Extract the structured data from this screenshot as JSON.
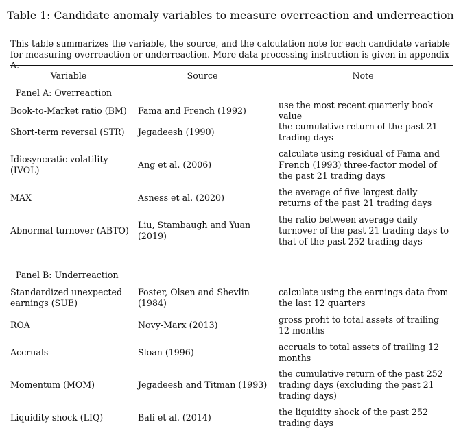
{
  "caption": "Table 1: Candidate anomaly variables to measure overreaction and underreaction",
  "intro": "This table summarizes the variable, the source, and the calculation note for each candidate variable for measuring overreaction or underreaction. More data processing instruction is given in appendix A.",
  "headers": {
    "variable": "Variable",
    "source": "Source",
    "note": "Note"
  },
  "panel_a": {
    "title": "Panel A: Overreaction",
    "rows": [
      {
        "variable": "Book-to-Market ratio (BM)",
        "source": "Fama and French (1992)",
        "note": "use the most recent quarterly book value"
      },
      {
        "variable": "Short-term reversal (STR)",
        "source": "Jegadeesh (1990)",
        "note": "the cumulative return of the past 21 trading days"
      },
      {
        "variable": "Idiosyncratic volatility (IVOL)",
        "source": "Ang et al. (2006)",
        "note": "calculate using residual of Fama and French (1993) three-factor model of the past 21 trading days"
      },
      {
        "variable": "MAX",
        "source": "Asness et al. (2020)",
        "note": "the average of five largest daily returns of the past 21 trading days"
      },
      {
        "variable": "Abnormal turnover (ABTO)",
        "source": "Liu, Stambaugh and Yuan (2019)",
        "note": "the ratio between average daily turnover of the past 21 trading days to that of the past 252 trading days"
      }
    ]
  },
  "panel_b": {
    "title": "Panel B: Underreaction",
    "rows": [
      {
        "variable": "Standardized unexpected earnings (SUE)",
        "source": "Foster, Olsen and Shevlin (1984)",
        "note": "calculate using the earnings data from the last 12 quarters"
      },
      {
        "variable": "ROA",
        "source": "Novy-Marx (2013)",
        "note": "gross profit to total assets of trailing 12 months"
      },
      {
        "variable": "Accruals",
        "source": "Sloan (1996)",
        "note": "accruals to total assets of trailing 12 months"
      },
      {
        "variable": "Momentum (MOM)",
        "source": "Jegadeesh and Titman (1993)",
        "note": "the cumulative return of the past 252 trading days (excluding the past 21 trading days)"
      },
      {
        "variable": "Liquidity shock (LIQ)",
        "source": "Bali et al. (2014)",
        "note": "the liquidity shock of the past 252 trading days"
      }
    ]
  }
}
